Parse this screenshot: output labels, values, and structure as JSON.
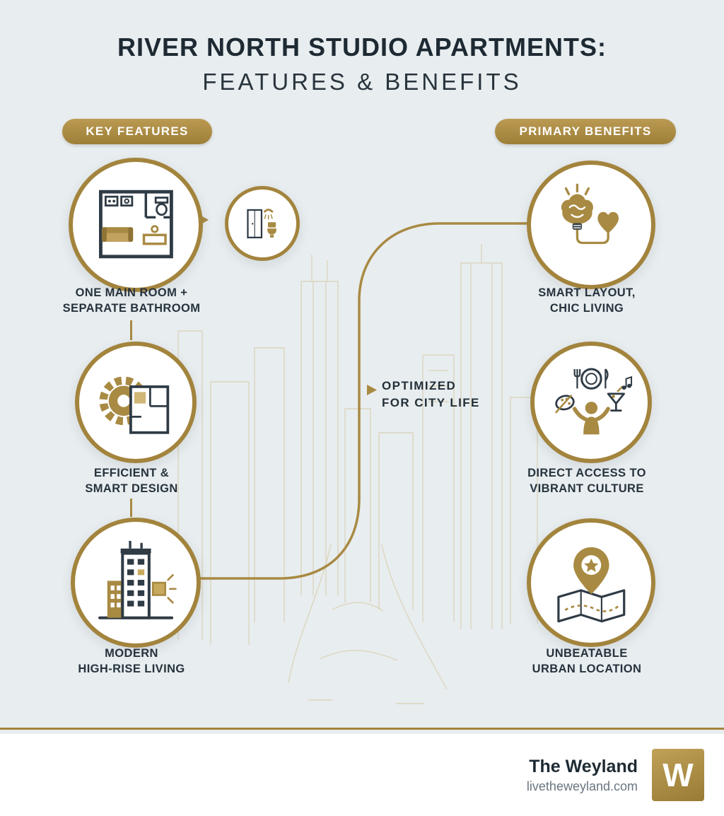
{
  "title": {
    "line1": "RIVER NORTH STUDIO APARTMENTS:",
    "line2": "FEATURES & BENEFITS"
  },
  "left_column": {
    "badge": "KEY FEATURES",
    "sub_icon": "bathroom-icon",
    "items": [
      {
        "icon": "floor-plan-icon",
        "line1": "ONE MAIN ROOM +",
        "line2": "SEPARATE BATHROOM"
      },
      {
        "icon": "gear-floorplan-icon",
        "line1": "EFFICIENT &",
        "line2": "SMART DESIGN"
      },
      {
        "icon": "high-rise-icon",
        "line1": "MODERN",
        "line2": "HIGH-RISE LIVING"
      }
    ]
  },
  "right_column": {
    "badge": "PRIMARY BENEFITS",
    "items": [
      {
        "icon": "brain-heart-icon",
        "line1": "SMART LAYOUT,",
        "line2": "CHIC LIVING"
      },
      {
        "icon": "culture-icon",
        "line1": "DIRECT ACCESS TO",
        "line2": "VIBRANT CULTURE"
      },
      {
        "icon": "map-pin-star-icon",
        "line1": "UNBEATABLE",
        "line2": "URBAN LOCATION"
      }
    ]
  },
  "center": {
    "line1": "OPTIMIZED",
    "line2": "FOR CITY LIFE"
  },
  "footer": {
    "brand": "The Weyland",
    "website": "livetheweyland.com",
    "logo_letter": "W"
  },
  "colors": {
    "gold": "#a88a43",
    "background": "#e8edef",
    "text": "#1d2a33",
    "skyline": "#d9cdb0"
  }
}
